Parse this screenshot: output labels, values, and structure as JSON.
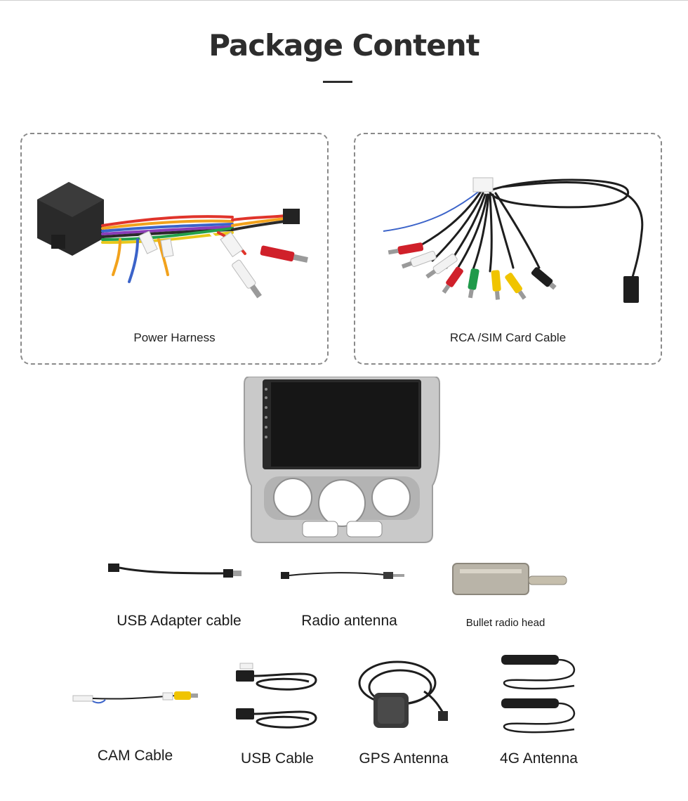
{
  "page": {
    "title": "Package Content"
  },
  "panels": {
    "power_harness": {
      "label": "Power Harness"
    },
    "rca_sim": {
      "label": "RCA /SIM Card Cable"
    }
  },
  "accessories": {
    "usb_adapter": "USB Adapter cable",
    "radio_antenna": "Radio antenna",
    "bullet_head": "Bullet radio head",
    "cam_cable": "CAM Cable",
    "usb_cable": "USB Cable",
    "gps_antenna": "GPS Antenna",
    "antenna_4g": "4G Antenna"
  },
  "colors": {
    "title": "#2d2d2d",
    "dashed_border": "#8a8a8a",
    "rca_red": "#d0202a",
    "rca_yellow": "#f0c400",
    "rca_green": "#1f9a4a",
    "frame_silver": "#c9c9c9",
    "screen": "#161616"
  }
}
